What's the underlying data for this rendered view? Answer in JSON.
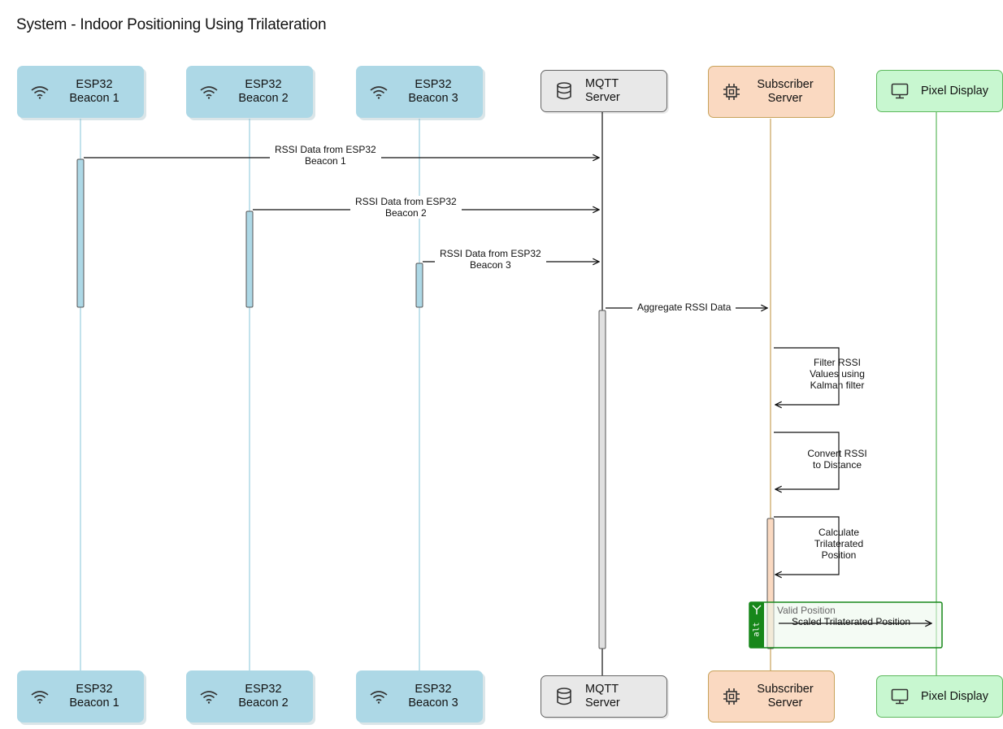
{
  "title": "System - Indoor Positioning Using Trilateration",
  "participants": [
    {
      "id": "b1",
      "line1": "ESP32",
      "line2": "Beacon 1",
      "icon": "wifi-icon",
      "kind": "beacon"
    },
    {
      "id": "b2",
      "line1": "ESP32",
      "line2": "Beacon 2",
      "icon": "wifi-icon",
      "kind": "beacon"
    },
    {
      "id": "b3",
      "line1": "ESP32",
      "line2": "Beacon 3",
      "icon": "wifi-icon",
      "kind": "beacon"
    },
    {
      "id": "mq",
      "line1": "MQTT Server",
      "line2": "",
      "icon": "database-icon",
      "kind": "mqtt"
    },
    {
      "id": "ss",
      "line1": "Subscriber",
      "line2": "Server",
      "icon": "chip-icon",
      "kind": "sub"
    },
    {
      "id": "pd",
      "line1": "Pixel Display",
      "line2": "",
      "icon": "monitor-icon",
      "kind": "pix"
    }
  ],
  "messages": [
    {
      "line1": "RSSI Data from ESP32",
      "line2": "Beacon 1"
    },
    {
      "line1": "RSSI Data from ESP32",
      "line2": "Beacon 2"
    },
    {
      "line1": "RSSI Data from ESP32",
      "line2": "Beacon 3"
    },
    {
      "line1": "Aggregate RSSI Data",
      "line2": ""
    }
  ],
  "self_messages": [
    {
      "lines": [
        "Filter RSSI",
        "Values using",
        "Kalman filter"
      ]
    },
    {
      "lines": [
        "Convert RSSI",
        "to Distance"
      ]
    },
    {
      "lines": [
        "Calculate",
        "Trilaterated",
        "Position"
      ]
    }
  ],
  "alt": {
    "tag": "alt",
    "condition": "Valid Position",
    "message": "Scaled Trilaterated Position"
  },
  "colors": {
    "beacon": "#add8e6",
    "mqtt": "#e8e8e8",
    "subscriber": "#fad9c1",
    "display": "#c8f7d0",
    "alt": "#17871a"
  }
}
